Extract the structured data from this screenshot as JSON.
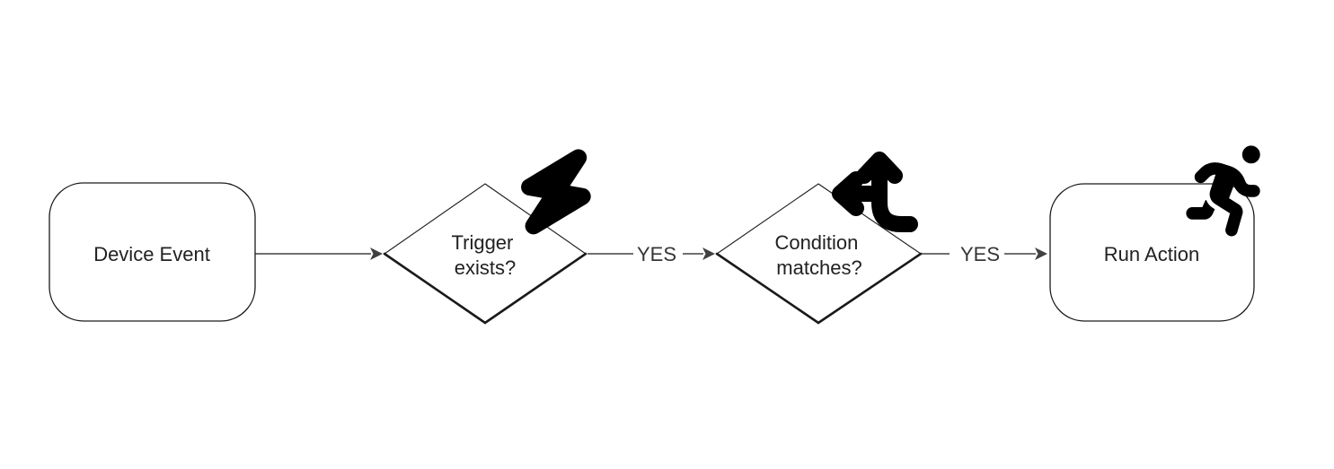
{
  "diagram": {
    "background_color": "#ffffff",
    "colors": {
      "node_stroke": "#1a1a1a",
      "edge": "#404040",
      "node_text": "#212121",
      "edge_label_text": "#363636",
      "icon": "#000000"
    },
    "nodes": [
      {
        "id": "device-event",
        "shape": "rounded-rectangle",
        "lines": [
          "Device Event"
        ]
      },
      {
        "id": "trigger-exists",
        "shape": "diamond",
        "lines": [
          "Trigger",
          "exists?"
        ],
        "icon": "lightning-bolt-icon"
      },
      {
        "id": "condition-matches",
        "shape": "diamond",
        "lines": [
          "Condition",
          "matches?"
        ],
        "icon": "split-arrows-up-left-icon"
      },
      {
        "id": "run-action",
        "shape": "rounded-rectangle",
        "lines": [
          "Run Action"
        ],
        "icon": "person-running-icon"
      }
    ],
    "edges": [
      {
        "from": "device-event",
        "to": "trigger-exists",
        "label": ""
      },
      {
        "from": "trigger-exists",
        "to": "condition-matches",
        "label": "YES"
      },
      {
        "from": "condition-matches",
        "to": "run-action",
        "label": "YES"
      }
    ]
  }
}
